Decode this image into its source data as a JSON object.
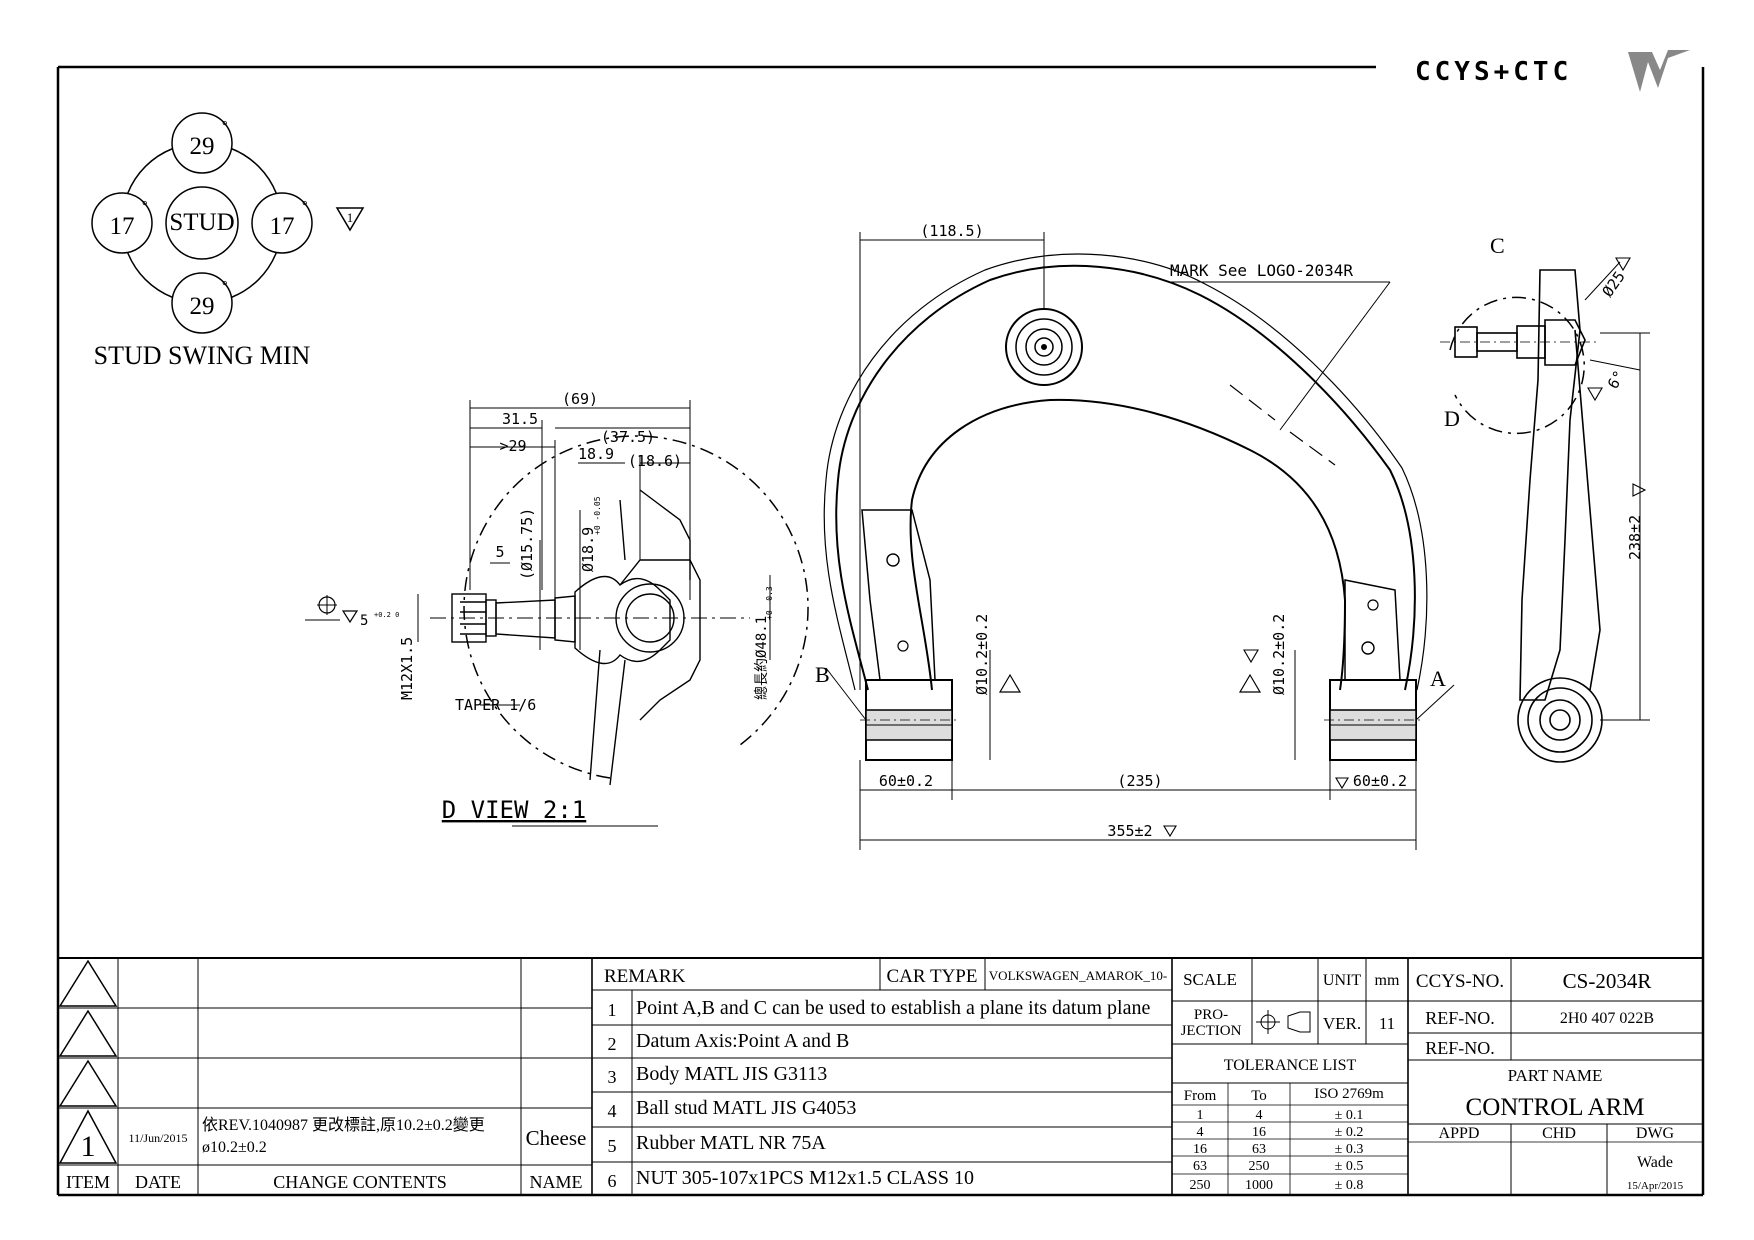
{
  "logo_text": "CCYS+CTC",
  "stud_swing": {
    "top": "29",
    "bottom": "29",
    "left": "17",
    "right": "17",
    "center": "STUD",
    "degree_mark": "°",
    "datum_flag": "1",
    "caption": "STUD SWING MIN"
  },
  "detail_view": {
    "dim_69": "(69)",
    "dim_31_5": "31.5",
    "dim_37_5": "(37.5)",
    "dim_29": ">29",
    "dim_18_9": "18.9",
    "dim_18_6": "(18.6)",
    "dim_5": "5",
    "dim_15_75": "(Ø15.75)",
    "dim_18_9_dia": "Ø18.9",
    "dim_18_9_tol": "+0 -0.05",
    "dim_48_1": "總長約Ø48.1",
    "dim_48_1_tol": "+0 -0.3",
    "thread": "M12X1.5",
    "taper": "TAPER 1/6",
    "position_tol": "5",
    "position_tol_sup": "+0.2 0",
    "title": "D VIEW 2:1"
  },
  "main_view": {
    "mark_note": "MARK See LOGO-2034R",
    "dim_118_5": "(118.5)",
    "dim_60_left": "60±0.2",
    "dim_235": "(235)",
    "dim_60_right": "60±0.2",
    "dim_355": "355±2",
    "bore_left": "Ø10.2±0.2",
    "bore_right": "Ø10.2±0.2",
    "label_b": "B",
    "label_a": "A"
  },
  "side_view": {
    "label_c": "C",
    "label_d": "D",
    "dim_25": "Ø25",
    "dim_6": "6°",
    "dim_238": "238±2"
  },
  "revision_table": {
    "rows": [
      {
        "item": "",
        "date": "",
        "contents": "",
        "name": ""
      },
      {
        "item": "",
        "date": "",
        "contents": "",
        "name": ""
      },
      {
        "item": "",
        "date": "",
        "contents": "",
        "name": ""
      },
      {
        "item": "1",
        "date": "11/Jun/2015",
        "contents_line1": "依REV.1040987 更改標註,原10.2±0.2變更",
        "contents_line2": "ø10.2±0.2",
        "name": "Cheese"
      }
    ],
    "headers": {
      "item": "ITEM",
      "date": "DATE",
      "contents": "CHANGE CONTENTS",
      "name": "NAME"
    }
  },
  "remarks": {
    "header": "REMARK",
    "car_type_label": "CAR TYPE",
    "car_type_value": "VOLKSWAGEN_AMAROK_10-",
    "items": [
      {
        "no": "1",
        "text": "Point A,B and C can be used to establish a plane its datum plane"
      },
      {
        "no": "2",
        "text": "Datum Axis:Point A and B"
      },
      {
        "no": "3",
        "text": "Body MATL JIS G3113"
      },
      {
        "no": "4",
        "text": "Ball stud MATL JIS G4053"
      },
      {
        "no": "5",
        "text": "Rubber MATL NR 75A"
      },
      {
        "no": "6",
        "text": "NUT 305-107x1PCS M12x1.5 CLASS 10"
      }
    ]
  },
  "scale_block": {
    "scale_label": "SCALE",
    "unit_label": "UNIT",
    "unit_value": "mm",
    "projection_label_1": "PRO-",
    "projection_label_2": "JECTION",
    "ver_label": "VER.",
    "ver_value": "11",
    "tolerance_title": "TOLERANCE LIST",
    "tol_headers": [
      "From",
      "To",
      "ISO 2769m"
    ],
    "tol_rows": [
      [
        "1",
        "4",
        "± 0.1"
      ],
      [
        "4",
        "16",
        "± 0.2"
      ],
      [
        "16",
        "63",
        "± 0.3"
      ],
      [
        "63",
        "250",
        "± 0.5"
      ],
      [
        "250",
        "1000",
        "± 0.8"
      ]
    ]
  },
  "title_block": {
    "ccys_label": "CCYS-NO.",
    "ccys_value": "CS-2034R",
    "ref_label_1": "REF-NO.",
    "ref_value_1": "2H0 407 022B",
    "ref_label_2": "REF-NO.",
    "ref_value_2": "",
    "part_name_label": "PART NAME",
    "part_name": "CONTROL ARM",
    "appd": "APPD",
    "chd": "CHD",
    "dwg": "DWG",
    "drawn_by": "Wade",
    "drawn_date": "15/Apr/2015"
  }
}
